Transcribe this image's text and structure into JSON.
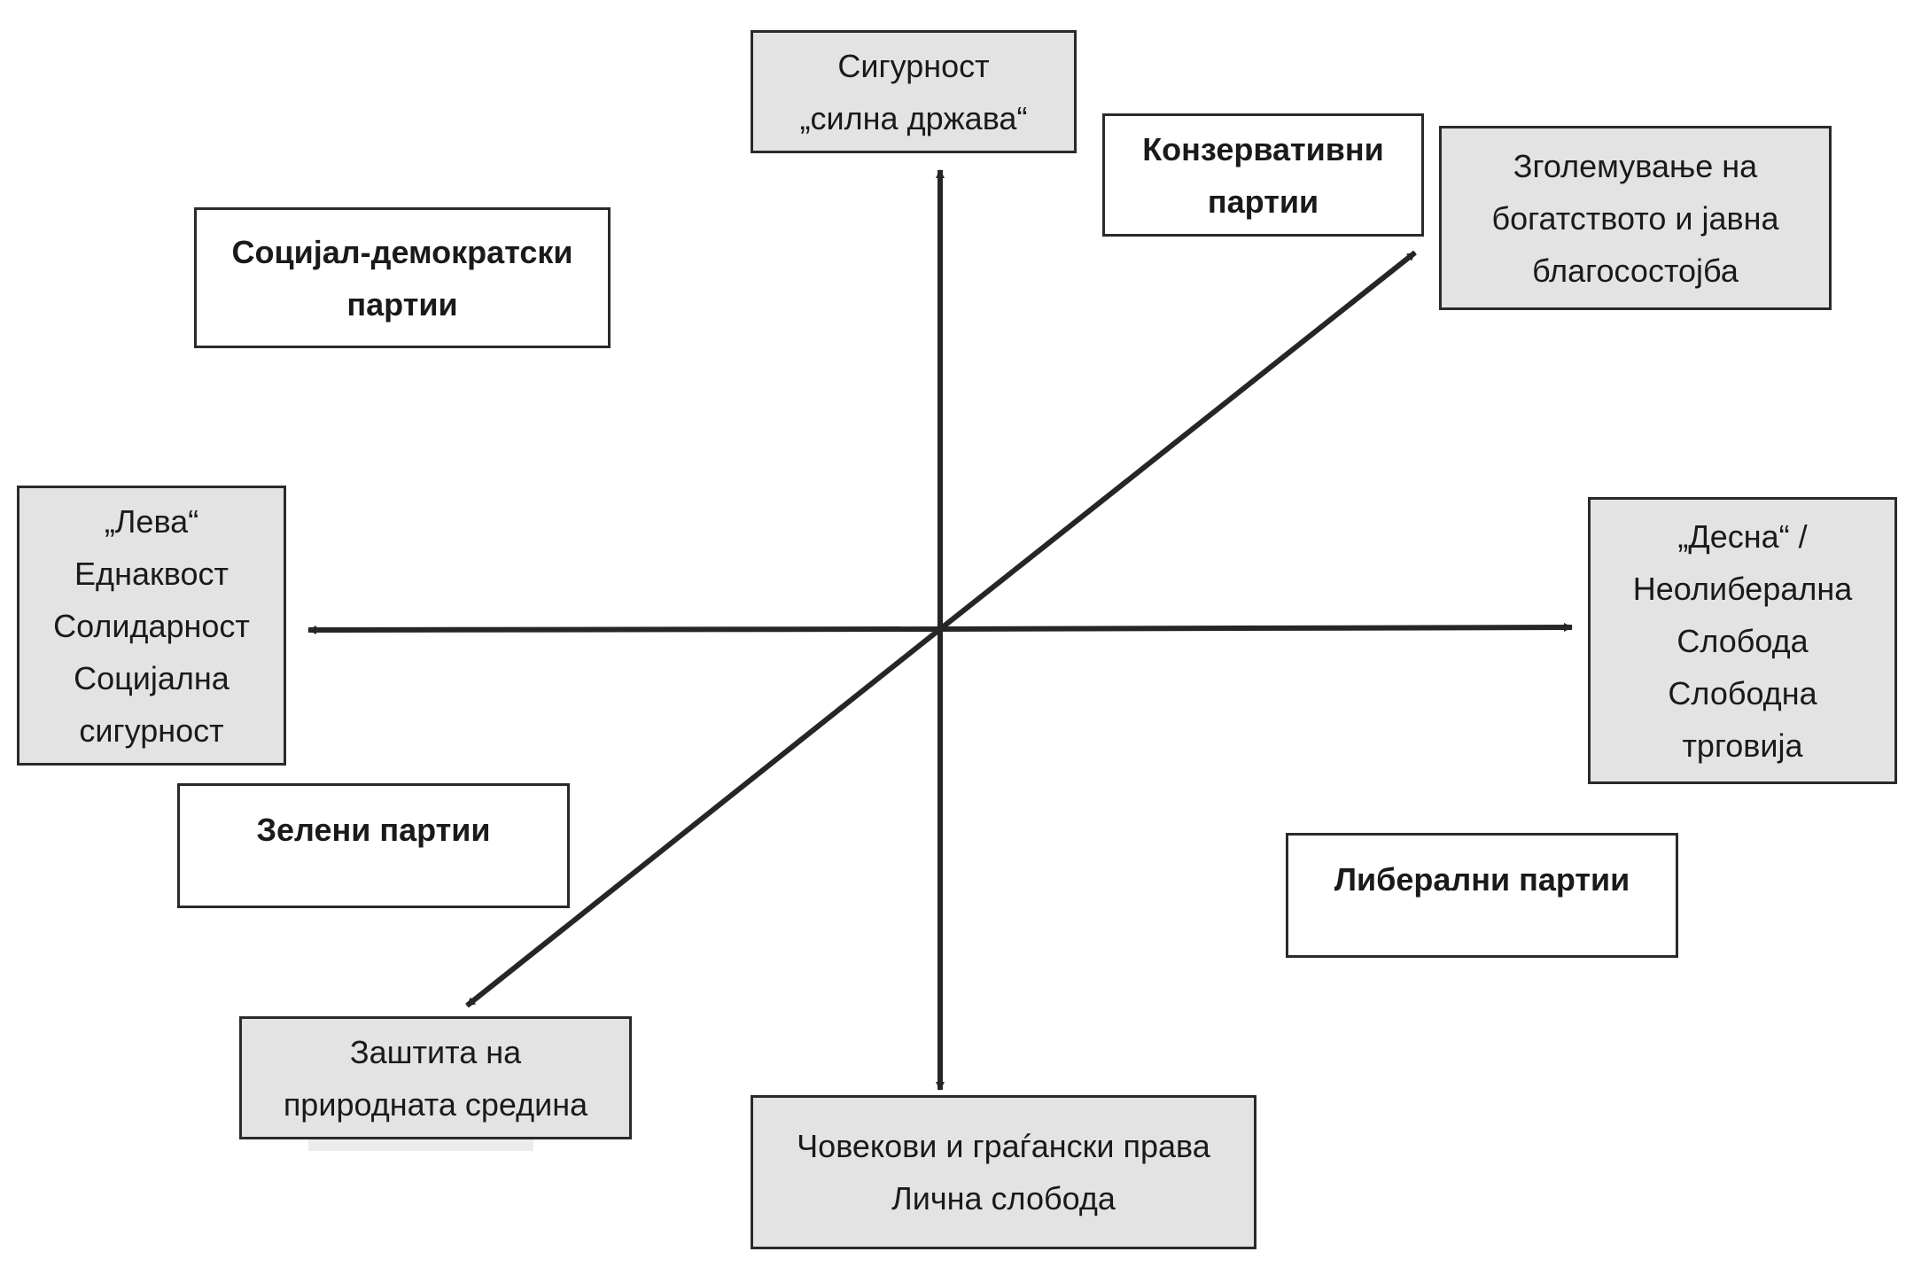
{
  "boxes": {
    "top": [
      "Сигурност",
      "„силна држава“"
    ],
    "top_right": [
      "Зголемување на",
      "богатството и јавна",
      "благосостојба"
    ],
    "left": [
      "„Лева“",
      "Еднаквост",
      "Солидарност",
      "Социјална",
      "сигурност"
    ],
    "right": [
      "„Десна“ /",
      "Неолиберална",
      "Слобода",
      "Слободна",
      "трговија"
    ],
    "bottom_left": [
      "Заштита на",
      "природната средина"
    ],
    "bottom": [
      "Човекови и граѓански права",
      "Лична слобода"
    ]
  },
  "parties": {
    "conservative": [
      "Конзервативни",
      "партии"
    ],
    "social_democratic": [
      "Социјал-демократски",
      "партии"
    ],
    "green": [
      "Зелени партии"
    ],
    "liberal": [
      "Либерални партии"
    ]
  },
  "colors": {
    "axis": "#262626",
    "box_fill": "#e3e3e3",
    "party_fill": "#ffffff"
  }
}
